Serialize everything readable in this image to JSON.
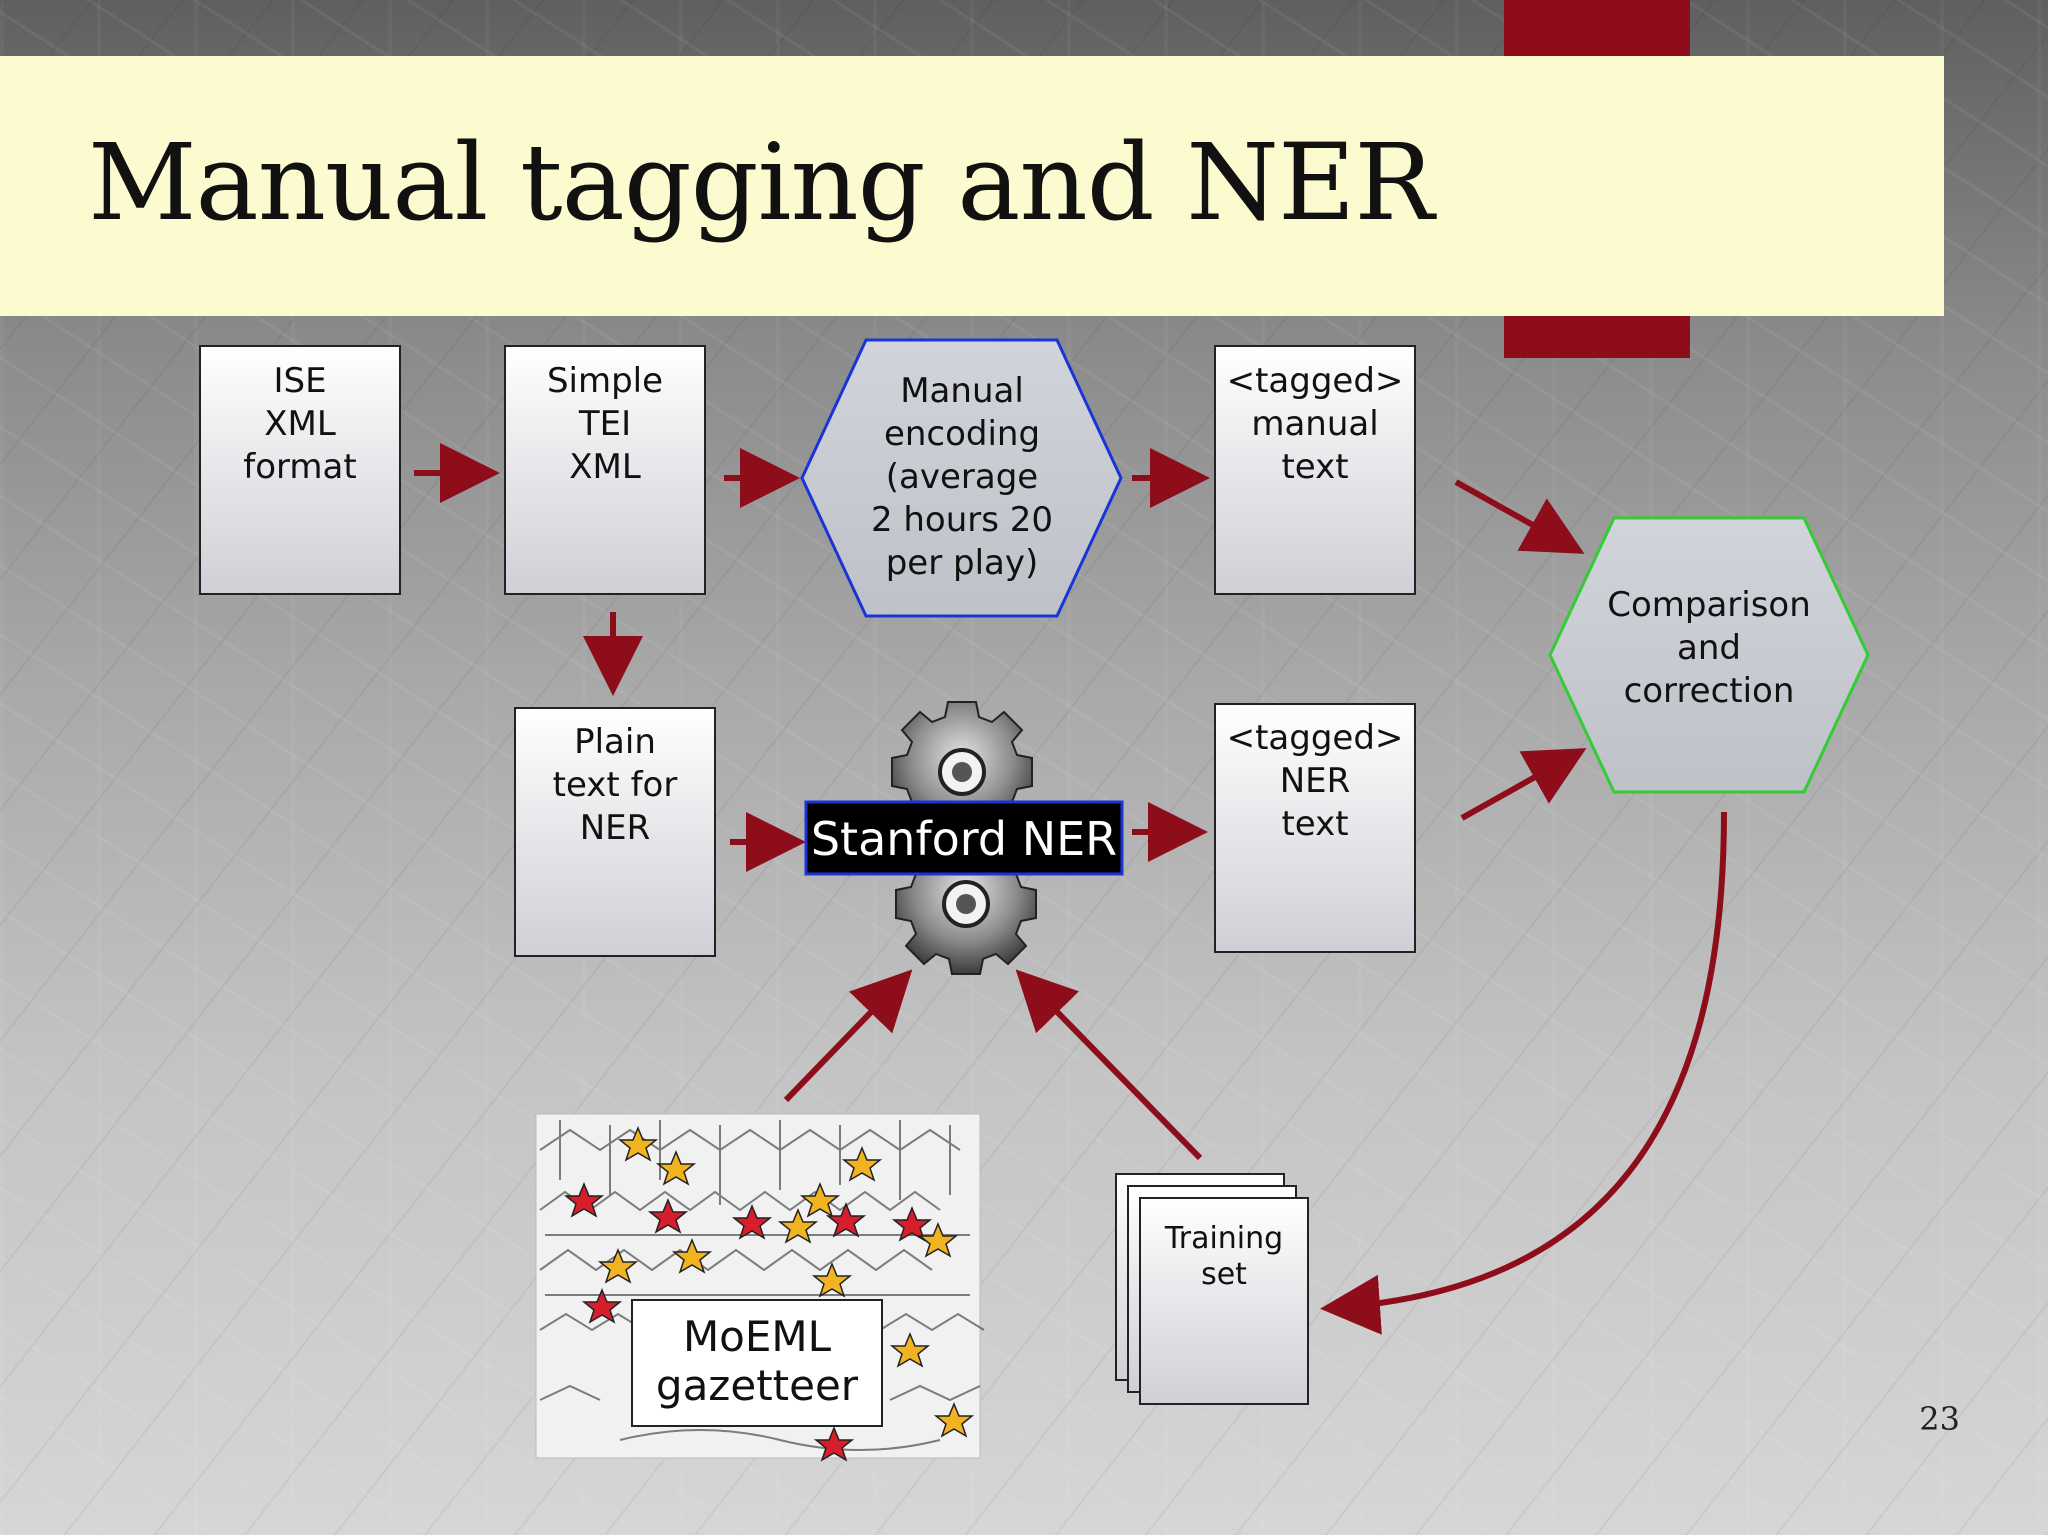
{
  "slide": {
    "title": "Manual tagging and NER",
    "page_number": "23"
  },
  "nodes": {
    "ise_xml": [
      "ISE",
      "XML",
      "format"
    ],
    "simple_tei": [
      "Simple",
      "TEI",
      "XML"
    ],
    "manual_encoding": [
      "Manual",
      "encoding",
      "(average",
      "2 hours 20",
      "per play)"
    ],
    "tagged_manual": [
      "<tagged>",
      "manual",
      "text"
    ],
    "comparison": [
      "Comparison",
      "and",
      "correction"
    ],
    "plain_text": [
      "Plain",
      "text for",
      "NER"
    ],
    "stanford_ner": "Stanford NER",
    "tagged_ner": [
      "<tagged>",
      "NER",
      "text"
    ],
    "gazetteer": [
      "MoEML",
      "gazetteer"
    ],
    "training_set": [
      "Training",
      "set"
    ]
  },
  "colors": {
    "arrow": "#8e0d1b",
    "title_bar": "#fbfbcf",
    "accent": "#8e0d1b",
    "manual_hex_border": "#1a35d6",
    "comparison_hex_border": "#33cc33",
    "ner_label_bg": "#000000",
    "ner_label_border": "#1a35d6"
  }
}
